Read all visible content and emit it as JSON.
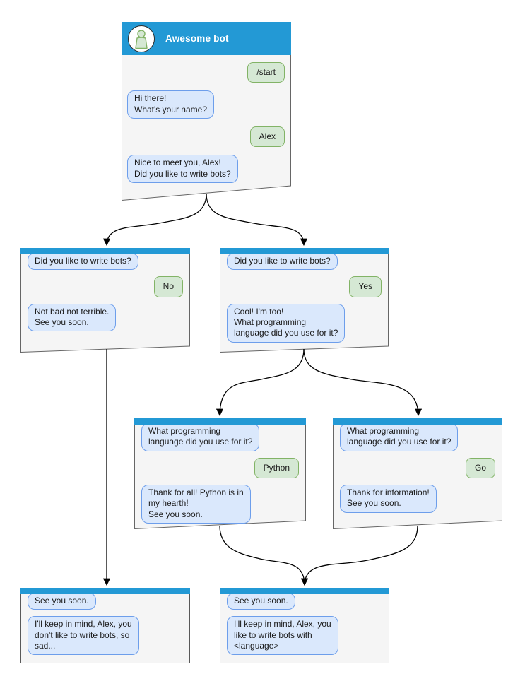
{
  "colors": {
    "header_blue": "#2399d5",
    "bot_bubble_fill": "#dae8fc",
    "bot_bubble_border": "#6d9eeb",
    "user_bubble_fill": "#d5e8d4",
    "user_bubble_border": "#82b366",
    "window_fill": "#f5f5f5",
    "window_border": "#666666",
    "arrow_color": "#000000"
  },
  "windows": {
    "root": {
      "title": "Awesome bot",
      "avatar_icon": "person-icon",
      "messages": [
        {
          "from": "user",
          "text": "/start"
        },
        {
          "from": "bot",
          "text": "Hi there!\nWhat's your name?"
        },
        {
          "from": "user",
          "text": "Alex"
        },
        {
          "from": "bot",
          "text": "Nice to meet you, Alex!\nDid you like to write bots?"
        }
      ]
    },
    "branch_no": {
      "messages": [
        {
          "from": "bot",
          "text": "Did you like to write bots?"
        },
        {
          "from": "user",
          "text": "No"
        },
        {
          "from": "bot",
          "text": "Not bad not terrible.\nSee you soon."
        }
      ]
    },
    "branch_yes": {
      "messages": [
        {
          "from": "bot",
          "text": "Did you like to write bots?"
        },
        {
          "from": "user",
          "text": "Yes"
        },
        {
          "from": "bot",
          "text": "Cool! I'm too!\nWhat programming\nlanguage did you use for it?"
        }
      ]
    },
    "branch_python": {
      "messages": [
        {
          "from": "bot",
          "text": "What programming\nlanguage did you use for it?"
        },
        {
          "from": "user",
          "text": "Python"
        },
        {
          "from": "bot",
          "text": "Thank for all! Python is in\nmy hearth!\nSee you soon."
        }
      ]
    },
    "branch_go": {
      "messages": [
        {
          "from": "bot",
          "text": "What programming\nlanguage did you use for it?"
        },
        {
          "from": "user",
          "text": "Go"
        },
        {
          "from": "bot",
          "text": "Thank for information!\nSee you soon."
        }
      ]
    },
    "end_no": {
      "messages": [
        {
          "from": "bot",
          "text": "See you soon."
        },
        {
          "from": "bot",
          "text": "I'll keep in mind, Alex, you\ndon't like to write bots, so\nsad..."
        }
      ]
    },
    "end_yes": {
      "messages": [
        {
          "from": "bot",
          "text": "See you soon."
        },
        {
          "from": "bot",
          "text": "I'll keep in mind, Alex, you\nlike to write bots with\n<language>"
        }
      ]
    }
  }
}
